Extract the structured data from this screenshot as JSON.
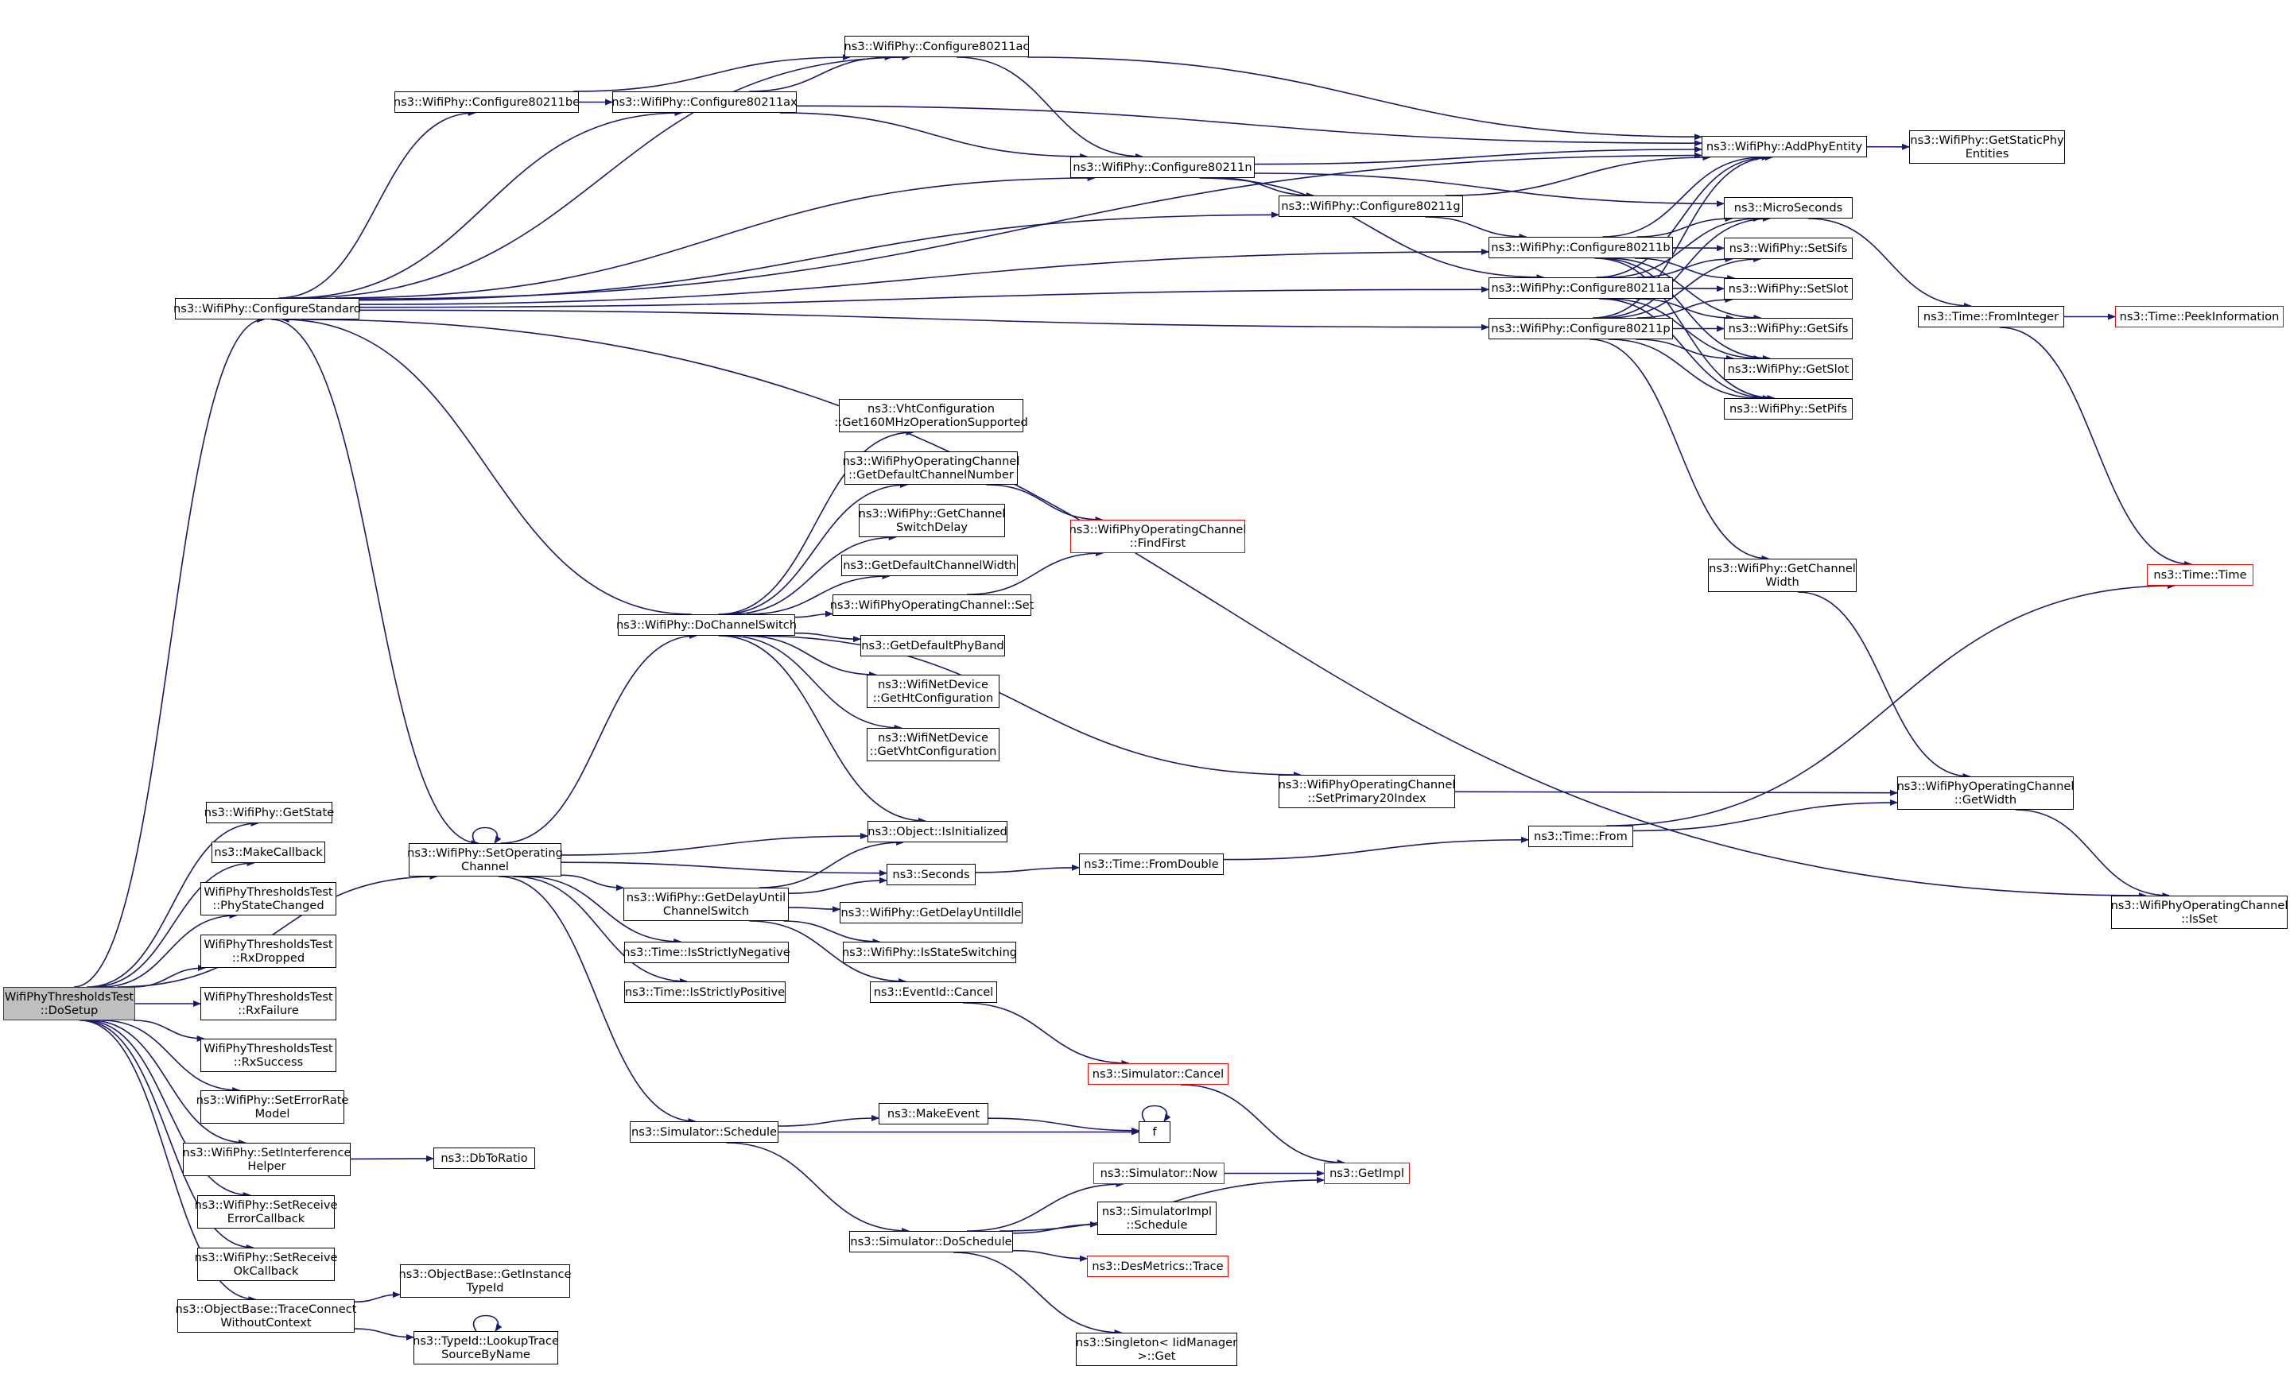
{
  "nodes": {
    "dosetup": [
      "WifiPhyThresholdsTest",
      "::DoSetup"
    ],
    "configurestandard": [
      "ns3::WifiPhy::ConfigureStandard"
    ],
    "getstate": [
      "ns3::WifiPhy::GetState"
    ],
    "makecallback": [
      "ns3::MakeCallback"
    ],
    "phystatechanged": [
      "WifiPhyThresholdsTest",
      "::PhyStateChanged"
    ],
    "rxdropped": [
      "WifiPhyThresholdsTest",
      "::RxDropped"
    ],
    "rxfailure": [
      "WifiPhyThresholdsTest",
      "::RxFailure"
    ],
    "rxsuccess": [
      "WifiPhyThresholdsTest",
      "::RxSuccess"
    ],
    "seterrorratemodel": [
      "ns3::WifiPhy::SetErrorRate",
      "Model"
    ],
    "setinterferencehelper": [
      "ns3::WifiPhy::SetInterference",
      "Helper"
    ],
    "setreceiveerrorcallback": [
      "ns3::WifiPhy::SetReceive",
      "ErrorCallback"
    ],
    "setreceiveokcallback": [
      "ns3::WifiPhy::SetReceive",
      "OkCallback"
    ],
    "traceconnect": [
      "ns3::ObjectBase::TraceConnect",
      "WithoutContext"
    ],
    "configure80211be": [
      "ns3::WifiPhy::Configure80211be"
    ],
    "configure80211ax": [
      "ns3::WifiPhy::Configure80211ax"
    ],
    "configure80211ac": [
      "ns3::WifiPhy::Configure80211ac"
    ],
    "configure80211n": [
      "ns3::WifiPhy::Configure80211n"
    ],
    "configure80211g": [
      "ns3::WifiPhy::Configure80211g"
    ],
    "configure80211b": [
      "ns3::WifiPhy::Configure80211b"
    ],
    "configure80211a": [
      "ns3::WifiPhy::Configure80211a"
    ],
    "configure80211p": [
      "ns3::WifiPhy::Configure80211p"
    ],
    "addphyentity": [
      "ns3::WifiPhy::AddPhyEntity"
    ],
    "getstaticphyentities": [
      "ns3::WifiPhy::GetStaticPhy",
      "Entities"
    ],
    "microseconds": [
      "ns3::MicroSeconds"
    ],
    "setsifs": [
      "ns3::WifiPhy::SetSifs"
    ],
    "setslot": [
      "ns3::WifiPhy::SetSlot"
    ],
    "getsifs": [
      "ns3::WifiPhy::GetSifs"
    ],
    "getslot": [
      "ns3::WifiPhy::GetSlot"
    ],
    "setpifs": [
      "ns3::WifiPhy::SetPifs"
    ],
    "getchannelwidth": [
      "ns3::WifiPhy::GetChannel",
      "Width"
    ],
    "timefrominteger": [
      "ns3::Time::FromInteger"
    ],
    "peekinformation": [
      "ns3::Time::PeekInformation"
    ],
    "timetime": [
      "ns3::Time::Time"
    ],
    "setoperatingchannel": [
      "ns3::WifiPhy::SetOperating",
      "Channel"
    ],
    "dochannelswitch": [
      "ns3::WifiPhy::DoChannelSwitch"
    ],
    "get160mhz": [
      "ns3::VhtConfiguration",
      "::Get160MHzOperationSupported"
    ],
    "getdefaultchannelnumber": [
      "ns3::WifiPhyOperatingChannel",
      "::GetDefaultChannelNumber"
    ],
    "getchannelswitchdelay": [
      "ns3::WifiPhy::GetChannel",
      "SwitchDelay"
    ],
    "getdefaultchannelwidth": [
      "ns3::GetDefaultChannelWidth"
    ],
    "operatingchannelset": [
      "ns3::WifiPhyOperatingChannel::Set"
    ],
    "getdefaultphyband": [
      "ns3::GetDefaultPhyBand"
    ],
    "gethtconfiguration": [
      "ns3::WifiNetDevice",
      "::GetHtConfiguration"
    ],
    "getvhtconfiguration": [
      "ns3::WifiNetDevice",
      "::GetVhtConfiguration"
    ],
    "findfirst": [
      "ns3::WifiPhyOperatingChannel",
      "::FindFirst"
    ],
    "setprimary20index": [
      "ns3::WifiPhyOperatingChannel",
      "::SetPrimary20Index"
    ],
    "getwidth": [
      "ns3::WifiPhyOperatingChannel",
      "::GetWidth"
    ],
    "isset": [
      "ns3::WifiPhyOperatingChannel",
      "::IsSet"
    ],
    "objectisinitialized": [
      "ns3::Object::IsInitialized"
    ],
    "seconds": [
      "ns3::Seconds"
    ],
    "getdelayuntilchannelswitch": [
      "ns3::WifiPhy::GetDelayUntil",
      "ChannelSwitch"
    ],
    "isstrictlynegative": [
      "ns3::Time::IsStrictlyNegative"
    ],
    "isstrictlypositive": [
      "ns3::Time::IsStrictlyPositive"
    ],
    "getdelayuntilidle": [
      "ns3::WifiPhy::GetDelayUntilIdle"
    ],
    "isstateswitching": [
      "ns3::WifiPhy::IsStateSwitching"
    ],
    "eventidcancel": [
      "ns3::EventId::Cancel"
    ],
    "timefromdouble": [
      "ns3::Time::FromDouble"
    ],
    "timefrom": [
      "ns3::Time::From"
    ],
    "simulatorcancel": [
      "ns3::Simulator::Cancel"
    ],
    "simulatorschedule": [
      "ns3::Simulator::Schedule"
    ],
    "makeevent": [
      "ns3::MakeEvent"
    ],
    "f": [
      "f"
    ],
    "simulatornow": [
      "ns3::Simulator::Now"
    ],
    "getimpl": [
      "ns3::GetImpl"
    ],
    "simulatordoschedule": [
      "ns3::Simulator::DoSchedule"
    ],
    "simulatorimplschedule": [
      "ns3::SimulatorImpl",
      "::Schedule"
    ],
    "desmetricstrace": [
      "ns3::DesMetrics::Trace"
    ],
    "singletonget": [
      "ns3::Singleton< IidManager",
      ">::Get"
    ],
    "dbtoratio": [
      "ns3::DbToRatio"
    ],
    "getinstancetypeid": [
      "ns3::ObjectBase::GetInstance",
      "TypeId"
    ],
    "lookuptracesourcebyname": [
      "ns3::TypeId::LookupTrace",
      "SourceByName"
    ]
  },
  "colors": {
    "edge": "#191970",
    "node_border": "#000000",
    "truncated_border": "#ff0000",
    "root_fill": "#bfbfbf"
  }
}
